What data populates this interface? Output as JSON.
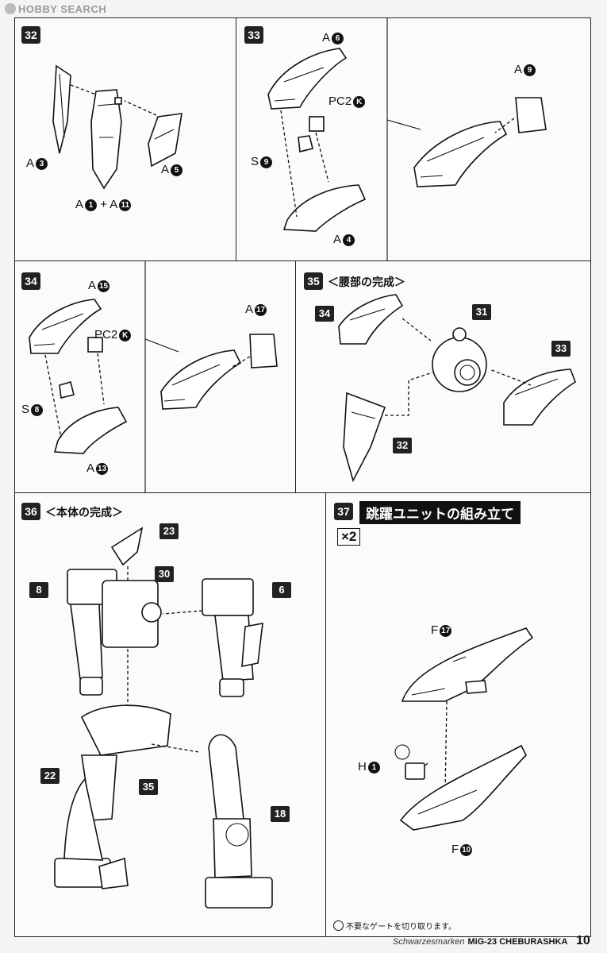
{
  "watermark": "HOBBY SEARCH",
  "steps": {
    "s32": {
      "num": "32",
      "labels": {
        "a3": "A",
        "a3c": "3",
        "a5": "A",
        "a5c": "5",
        "a1": "A",
        "a1c": "1",
        "plus": "+",
        "a11": "A",
        "a11c": "11"
      }
    },
    "s33": {
      "num": "33",
      "labels": {
        "a6": "A",
        "a6c": "6",
        "pc2": "PC2",
        "pc2c": "K",
        "s9": "S",
        "s9c": "9",
        "a4": "A",
        "a4c": "4",
        "a9": "A",
        "a9c": "9"
      }
    },
    "s34": {
      "num": "34",
      "labels": {
        "a15": "A",
        "a15c": "15",
        "pc2": "PC2",
        "pc2c": "K",
        "s8": "S",
        "s8c": "8",
        "a13": "A",
        "a13c": "13",
        "a17": "A",
        "a17c": "17"
      }
    },
    "s35": {
      "num": "35",
      "title": "＜腰部の完成＞",
      "tags": {
        "t34": "34",
        "t31": "31",
        "t33": "33",
        "t32": "32"
      }
    },
    "s36": {
      "num": "36",
      "title": "＜本体の完成＞",
      "tags": {
        "t23": "23",
        "t8": "8",
        "t30": "30",
        "t6": "6",
        "t22": "22",
        "t35": "35",
        "t18": "18"
      }
    },
    "s37": {
      "num": "37",
      "title": "跳躍ユニットの組み立て",
      "multiplier": "×2",
      "labels": {
        "f17": "F",
        "f17c": "17",
        "h1": "H",
        "h1c": "1",
        "f10": "F",
        "f10c": "10"
      }
    }
  },
  "footer": {
    "gate_note": "不要なゲートを切り取ります。",
    "brand": "Schwarzesmarken",
    "product": "MiG-23 CHEBURASHKA",
    "page": "10"
  }
}
